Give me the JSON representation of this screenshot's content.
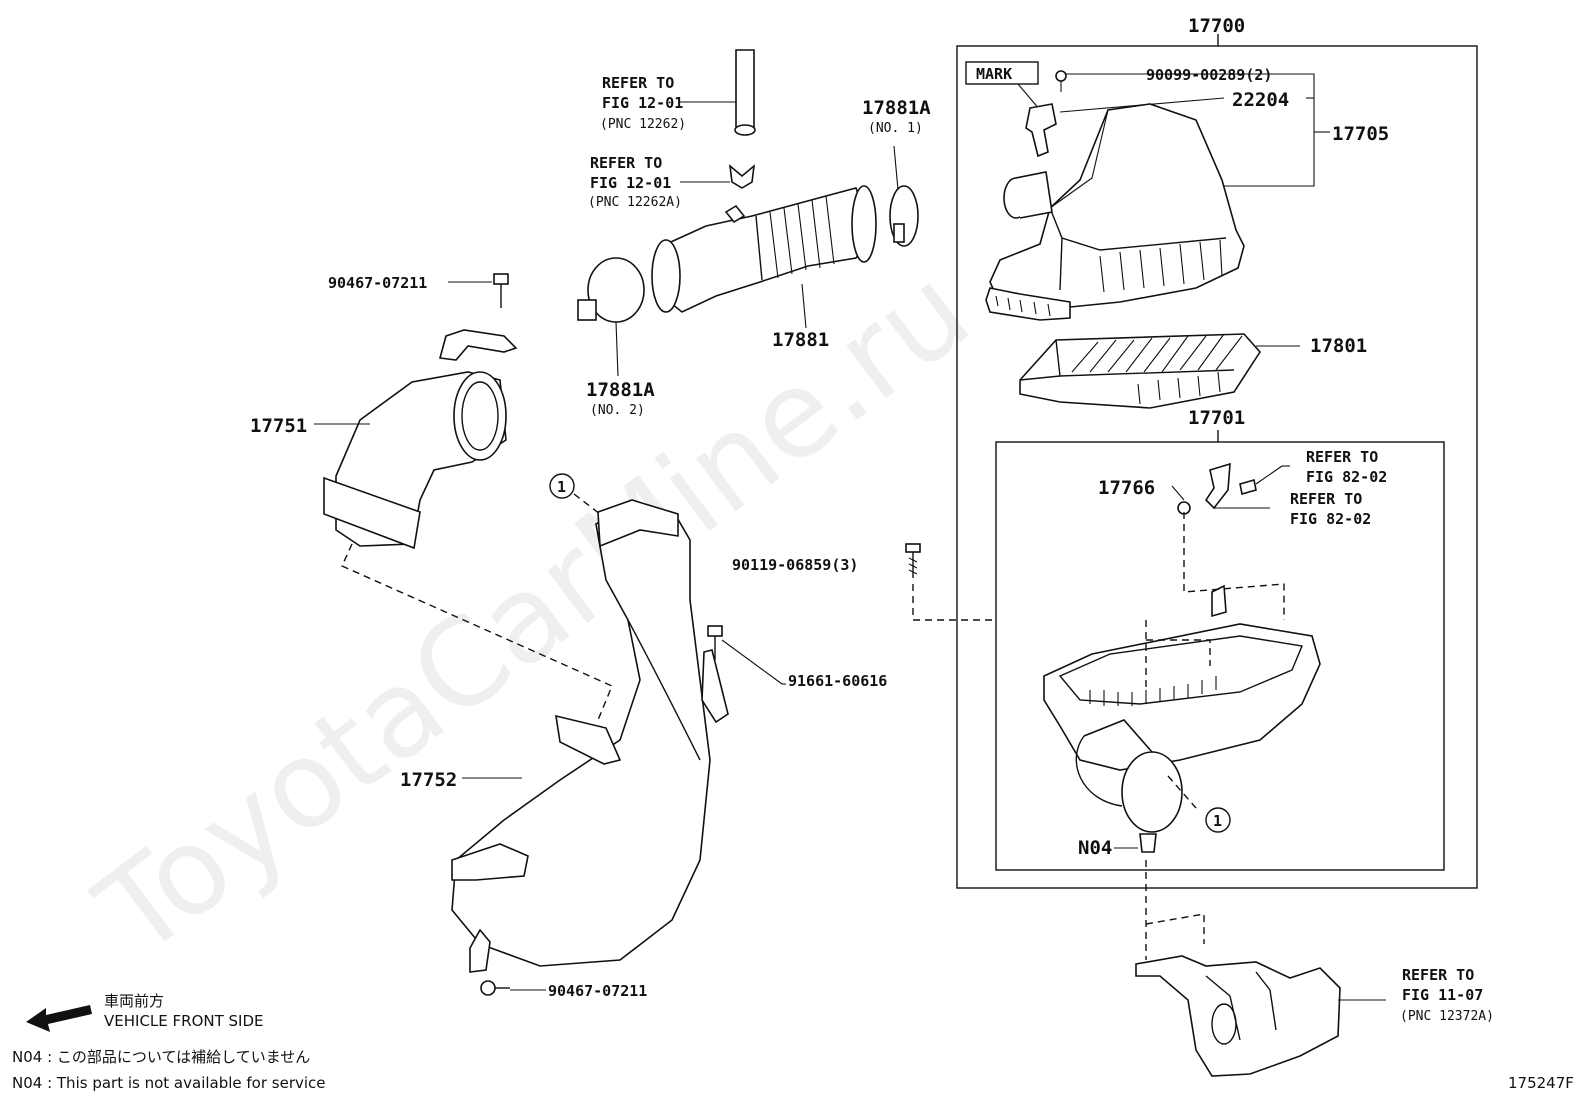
{
  "watermark": "ToyotaCarMine.ru",
  "figure_code": "175247F",
  "mark_label": "MARK",
  "groups": {
    "assy": "17700",
    "case": "17701",
    "cap": "17705"
  },
  "parts": {
    "p90099": "90099-00289(2)",
    "p22204": "22204",
    "p17801": "17801",
    "p17766": "17766",
    "p90119": "90119-06859(3)",
    "pN04": "N04",
    "p17881": "17881",
    "p17881a1": "17881A",
    "p17881a1_sub": "(NO. 1)",
    "p17881a2": "17881A",
    "p17881a2_sub": "(NO. 2)",
    "p90467_top": "90467-07211",
    "p90467_bot": "90467-07211",
    "p17751": "17751",
    "p17752": "17752",
    "p91661": "91661-60616",
    "circle_ref": "1"
  },
  "references": {
    "r1": {
      "l1": "REFER TO",
      "l2": "FIG 12-01",
      "l3": "(PNC 12262)"
    },
    "r2": {
      "l1": "REFER TO",
      "l2": "FIG 12-01",
      "l3": "(PNC 12262A)"
    },
    "r3": {
      "l1": "REFER TO",
      "l2": "FIG 82-02"
    },
    "r4": {
      "l1": "REFER TO",
      "l2": "FIG 82-02"
    },
    "r5": {
      "l1": "REFER TO",
      "l2": "FIG 11-07",
      "l3": "(PNC 12372A)"
    }
  },
  "legend": {
    "front_jp": "車両前方",
    "front_en": "VEHICLE FRONT SIDE",
    "note_jp": "N04 : この部品については補給していません",
    "note_en": "N04 : This part is not available for service"
  }
}
